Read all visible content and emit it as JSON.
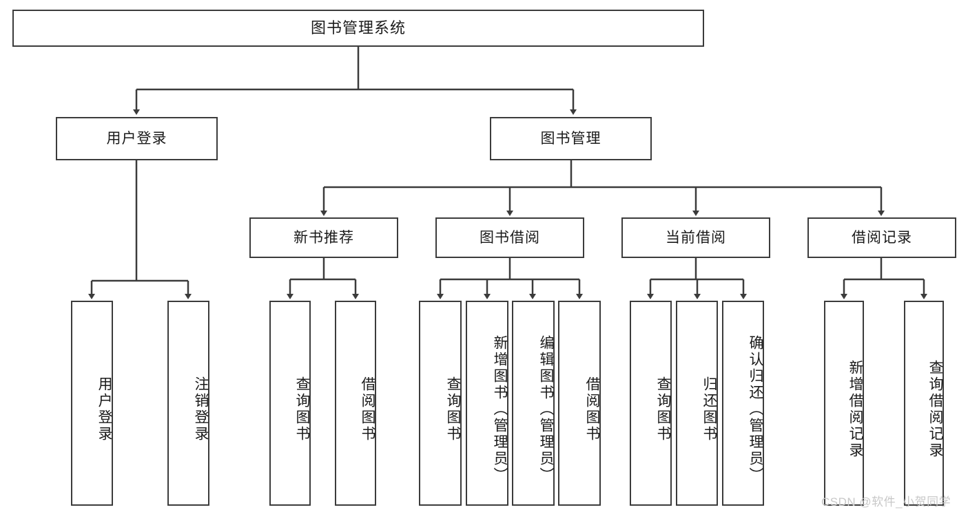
{
  "diagram": {
    "type": "tree-hierarchy-chart",
    "title": "图书管理系统",
    "watermark": "CSDN @软件_小贺同学",
    "colors": {
      "node_border": "#3b3b3b",
      "node_fill": "#ffffff",
      "connector": "#3b3b3b",
      "text": "#1a1a1a",
      "watermark": "#c8c8c8"
    },
    "levels": {
      "root": {
        "label": "图书管理系统"
      },
      "level2": [
        {
          "label": "用户登录"
        },
        {
          "label": "图书管理"
        }
      ],
      "level3": [
        {
          "label": "新书推荐"
        },
        {
          "label": "图书借阅"
        },
        {
          "label": "当前借阅"
        },
        {
          "label": "借阅记录"
        }
      ],
      "leaves": {
        "user_login": [
          {
            "label": "用户登录"
          },
          {
            "label": "注销登录"
          }
        ],
        "new_book_recommend": [
          {
            "label": "查询图书"
          },
          {
            "label": "借阅图书"
          }
        ],
        "book_borrow": [
          {
            "label": "查询图书"
          },
          {
            "label": "新增图书（管理员）"
          },
          {
            "label": "编辑图书（管理员）"
          },
          {
            "label": "借阅图书"
          }
        ],
        "current_borrow": [
          {
            "label": "查询图书"
          },
          {
            "label": "归还图书"
          },
          {
            "label": "确认归还（管理员）"
          }
        ],
        "borrow_record": [
          {
            "label": "新增借阅记录"
          },
          {
            "label": "查询借阅记录"
          }
        ]
      }
    }
  }
}
